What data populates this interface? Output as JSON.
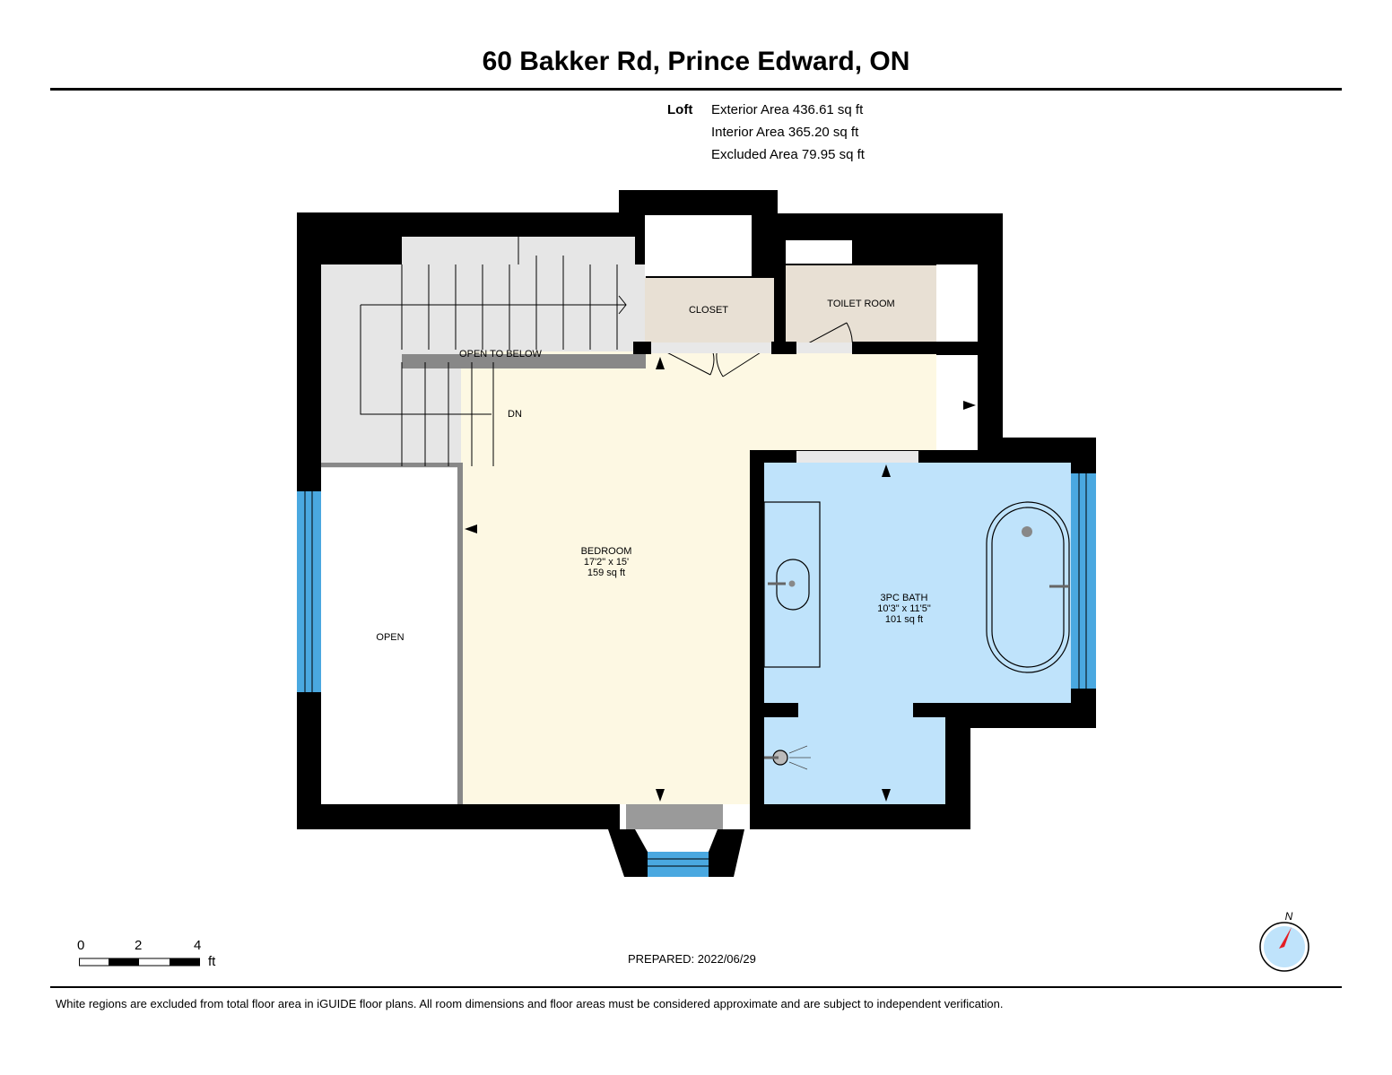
{
  "header": {
    "title": "60 Bakker Rd, Prince Edward, ON"
  },
  "areas": {
    "floor_name": "Loft",
    "exterior": "Exterior Area 436.61 sq ft",
    "interior": "Interior Area 365.20 sq ft",
    "excluded": "Excluded Area 79.95 sq ft"
  },
  "rooms": {
    "closet": {
      "name": "CLOSET"
    },
    "toilet": {
      "name": "TOILET ROOM"
    },
    "open_below": {
      "name": "OPEN TO BELOW"
    },
    "stairs": {
      "name": "DN"
    },
    "bedroom": {
      "name": "BEDROOM",
      "dims": "17'2\" x 15'",
      "area": "159 sq ft"
    },
    "bath": {
      "name": "3PC BATH",
      "dims": "10'3\" x 11'5\"",
      "area": "101 sq ft"
    },
    "open": {
      "name": "OPEN"
    }
  },
  "scale_bar": {
    "ticks": [
      "0",
      "2",
      "4"
    ],
    "unit": "ft"
  },
  "compass": {
    "label": "N"
  },
  "footer": {
    "prepared": "PREPARED: 2022/06/29",
    "disclaimer": "White regions are excluded from total floor area in iGUIDE floor plans. All room dimensions and floor areas must be considered approximate and are subject to independent verification."
  },
  "colors": {
    "wall": "#000000",
    "bedroom_fill": "#fdf8e3",
    "bath_fill": "#bfe3fb",
    "closet_fill": "#e8e0d4",
    "stair_fill": "#e6e6e6",
    "window": "#4aa8e0",
    "compass_arrow": "#e41e25"
  }
}
